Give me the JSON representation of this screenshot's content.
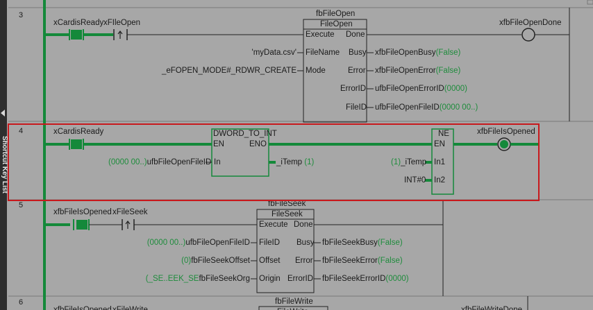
{
  "sidebar": {
    "label": "Shortcut Key List"
  },
  "rung3": {
    "number": "3",
    "contact1": "xCardisReady",
    "contact2": "xFIleOpen",
    "instance": "fbFileOpen",
    "fb_type": "FileOpen",
    "pin_execute": "Execute",
    "pin_done": "Done",
    "pin_filename": "FileName",
    "pin_mode": "Mode",
    "pin_busy": "Busy",
    "pin_error": "Error",
    "pin_errorid": "ErrorID",
    "pin_fileid": "FileID",
    "in_filename": "'myData.csv'",
    "in_mode": "_eFOPEN_MODE#_RDWR_CREATE",
    "out_busy": "xfbFileOpenBusy",
    "out_busy_val": "(False)",
    "out_error": "xfbFileOpenError",
    "out_error_val": "(False)",
    "out_errorid": "ufbFileOpenErrorID",
    "out_errorid_val": "(0000)",
    "out_fileid": "ufbFileOpenFileID",
    "out_fileid_val": "(0000 00..)",
    "coil": "xfbFileOpenDone"
  },
  "rung4": {
    "number": "4",
    "contact1": "xCardisReady",
    "func1": "DWORD_TO_INT",
    "pin_en": "EN",
    "pin_eno": "ENO",
    "pin_in": "In",
    "in_val": "(0000 00..)",
    "in_var": "ufbFileOpenFileID",
    "out_var": "_iTemp",
    "out_val": "(1)",
    "func2": "NE",
    "pin_en2": "EN",
    "pin_in1": "In1",
    "pin_in2": "In2",
    "in1_val": "(1)",
    "in1_var": "_iTemp",
    "in2_var": "INT#0",
    "coil": "xfbFileIsOpened"
  },
  "rung5": {
    "number": "5",
    "contact1": "xfbFileIsOpened",
    "contact2": "xFileSeek",
    "instance": "fbFileSeek",
    "fb_type": "FileSeek",
    "pin_execute": "Execute",
    "pin_done": "Done",
    "pin_fileid": "FileID",
    "pin_offset": "Offset",
    "pin_origin": "Origin",
    "pin_busy": "Busy",
    "pin_error": "Error",
    "pin_errorid": "ErrorID",
    "in_fileid_val": "(0000 00..)",
    "in_fileid": "ufbFileOpenFileID",
    "in_offset_val": "(0)",
    "in_offset": "fbFileSeekOffset",
    "in_origin_val": "(_SE..EEK_SE",
    "in_origin": "fbFileSeekOrg",
    "out_busy": "fbFileSeekBusy",
    "out_busy_val": "(False)",
    "out_error": "fbFileSeekError",
    "out_error_val": "(False)",
    "out_errorid": "fbFileSeekErrorID",
    "out_errorid_val": "(0000)"
  },
  "rung6": {
    "number": "6",
    "contact1": "xfbFileIsOpened",
    "contact2": "xFileWrite",
    "instance": "fbFileWrite",
    "fb_type": "FileWrite",
    "coil": "xfbFileWriteDone"
  }
}
